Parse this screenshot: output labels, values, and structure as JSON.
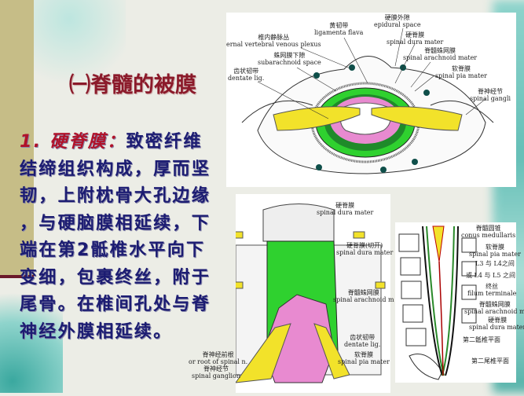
{
  "title": "㈠脊髓的被膜",
  "body": {
    "lead_label": "1. 硬脊膜：",
    "lines": [
      "致密纤维",
      "结缔组织构成，厚而坚",
      "韧，上附枕骨大孔边缘",
      "，与硬脑膜相延续，下",
      "端在第2骶椎水平向下",
      "变细，包裹终丝，附于",
      "尾骨。在椎间孔处与脊",
      "神经外膜相延续。"
    ]
  },
  "colors": {
    "title": "#8b1a2a",
    "body_text": "#1c1c72",
    "lead_label": "#b0122a",
    "olive_strip": "#c6bd87",
    "accent_teal": "#4fb8b0",
    "arachnoid_green": "#2fd12f",
    "pia_pink": "#e88ad0",
    "nerve_yellow": "#f2e22a"
  },
  "figure_cross_section": {
    "labels": [
      {
        "zh": "硬膜外隙",
        "en": "epidural space"
      },
      {
        "zh": "黄韧带",
        "en": "ligamenta flava"
      },
      {
        "zh": "椎内静脉丛",
        "en": "ernal vertebral venous plexus"
      },
      {
        "zh": "硬脊膜",
        "en": "spinal dura mater"
      },
      {
        "zh": "蛛网膜下隙",
        "en": "subarachnoid space"
      },
      {
        "zh": "脊髓蛛网膜",
        "en": "spinal arachnoid mater"
      },
      {
        "zh": "软脊膜",
        "en": "spinal pia mater"
      },
      {
        "zh": "齿状韧带",
        "en": "dentate lig."
      },
      {
        "zh": "脊神经节",
        "en": "spinal gangli"
      }
    ]
  },
  "figure_posterior_view": {
    "labels": [
      {
        "zh": "硬脊膜",
        "en": "spinal dura mater"
      },
      {
        "zh": "硬脊膜(切开)",
        "en": "spinal dura mater"
      },
      {
        "zh": "脊髓蛛网膜",
        "en": "spinal arachnoid m"
      },
      {
        "zh": "齿状韧带",
        "en": "dentate lig."
      },
      {
        "zh": "软脊膜",
        "en": "spinal pia mater"
      },
      {
        "zh": "脊神经前根",
        "en": "or root of spinal n."
      },
      {
        "zh": "脊神经节",
        "en": "spinal ganglion"
      }
    ]
  },
  "figure_sagittal_view": {
    "labels": [
      {
        "zh": "脊髓圆锥",
        "en": "conus medullaris"
      },
      {
        "zh": "软脊膜",
        "en": "spinal pia mater"
      },
      {
        "zh": "L3 与 L4之间",
        "en": ""
      },
      {
        "zh": "或 L4 与 L5 之间",
        "en": ""
      },
      {
        "zh": "终丝",
        "en": "filum terminale"
      },
      {
        "zh": "脊髓蛛网膜",
        "en": "spinal arachnoid m"
      },
      {
        "zh": "硬脊膜",
        "en": "spinal dura mater"
      },
      {
        "zh": "第二骶椎平面",
        "en": ""
      },
      {
        "zh": "第二尾椎平面",
        "en": ""
      }
    ]
  }
}
